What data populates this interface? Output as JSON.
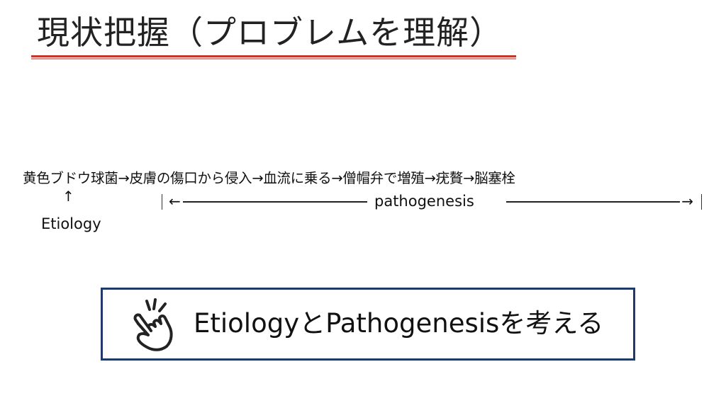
{
  "title": "現状把握（プロブレムを理解）",
  "chain": {
    "text": "黄色ブドウ球菌→皮膚の傷口から侵入→血流に乗る→僧帽弁で増殖→疣贅→脳塞栓"
  },
  "etiology": {
    "arrow": "↑",
    "label": "Etiology"
  },
  "pathogenesis": {
    "left_bar": "|",
    "left_arrow": "←",
    "label": "pathogenesis",
    "right_arrow": "→",
    "right_bar": "|"
  },
  "keypoint": {
    "icon": "hand-pointing-icon",
    "text": "EtiologyとPathogenesisを考える"
  },
  "colors": {
    "title_underline": "#c0392b",
    "title_underline_light": "#e08a8a",
    "box_border": "#1f3a68"
  }
}
